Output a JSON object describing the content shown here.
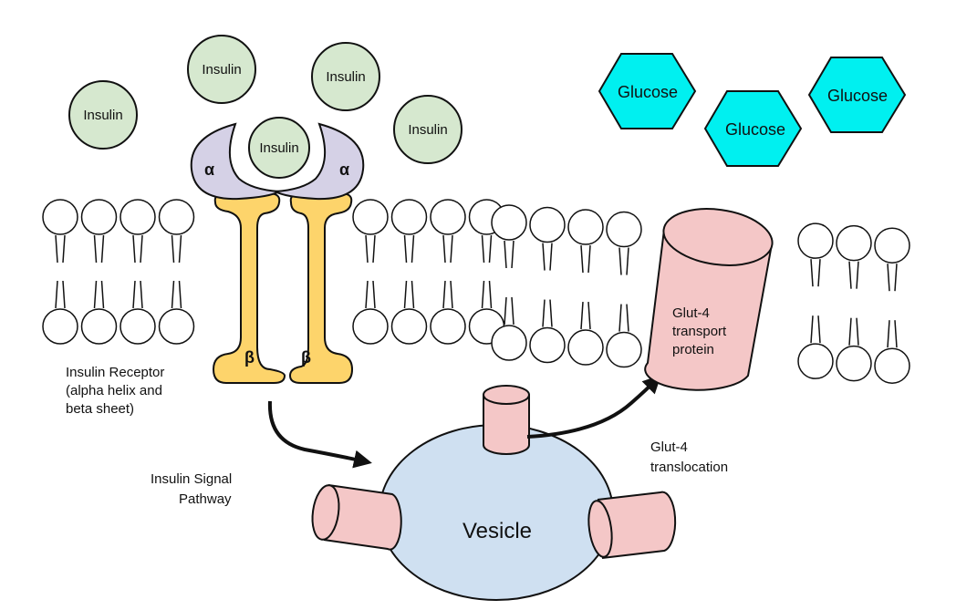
{
  "colors": {
    "insulin_fill": "#d6e8cf",
    "glucose_fill": "#00f0f0",
    "alpha_fill": "#d5d1e6",
    "beta_fill": "#fdd46b",
    "glut_fill": "#f4c7c7",
    "vesicle_fill": "#cfe0f1",
    "stroke": "#111111"
  },
  "insulin": {
    "label": "Insulin",
    "bound_label": "Insulin"
  },
  "glucose": {
    "label": "Glucose"
  },
  "receptor": {
    "alpha_symbol": "α",
    "beta_symbol": "β",
    "caption_lines": [
      "Insulin Receptor",
      "(alpha helix and",
      "beta sheet)"
    ]
  },
  "signal_pathway": {
    "lines": [
      "Insulin Signal",
      "Pathway"
    ]
  },
  "vesicle": {
    "label": "Vesicle"
  },
  "translocation": {
    "lines": [
      "Glut-4",
      "translocation"
    ]
  },
  "glut4": {
    "lines": [
      "Glut-4",
      "transport",
      "protein"
    ]
  }
}
